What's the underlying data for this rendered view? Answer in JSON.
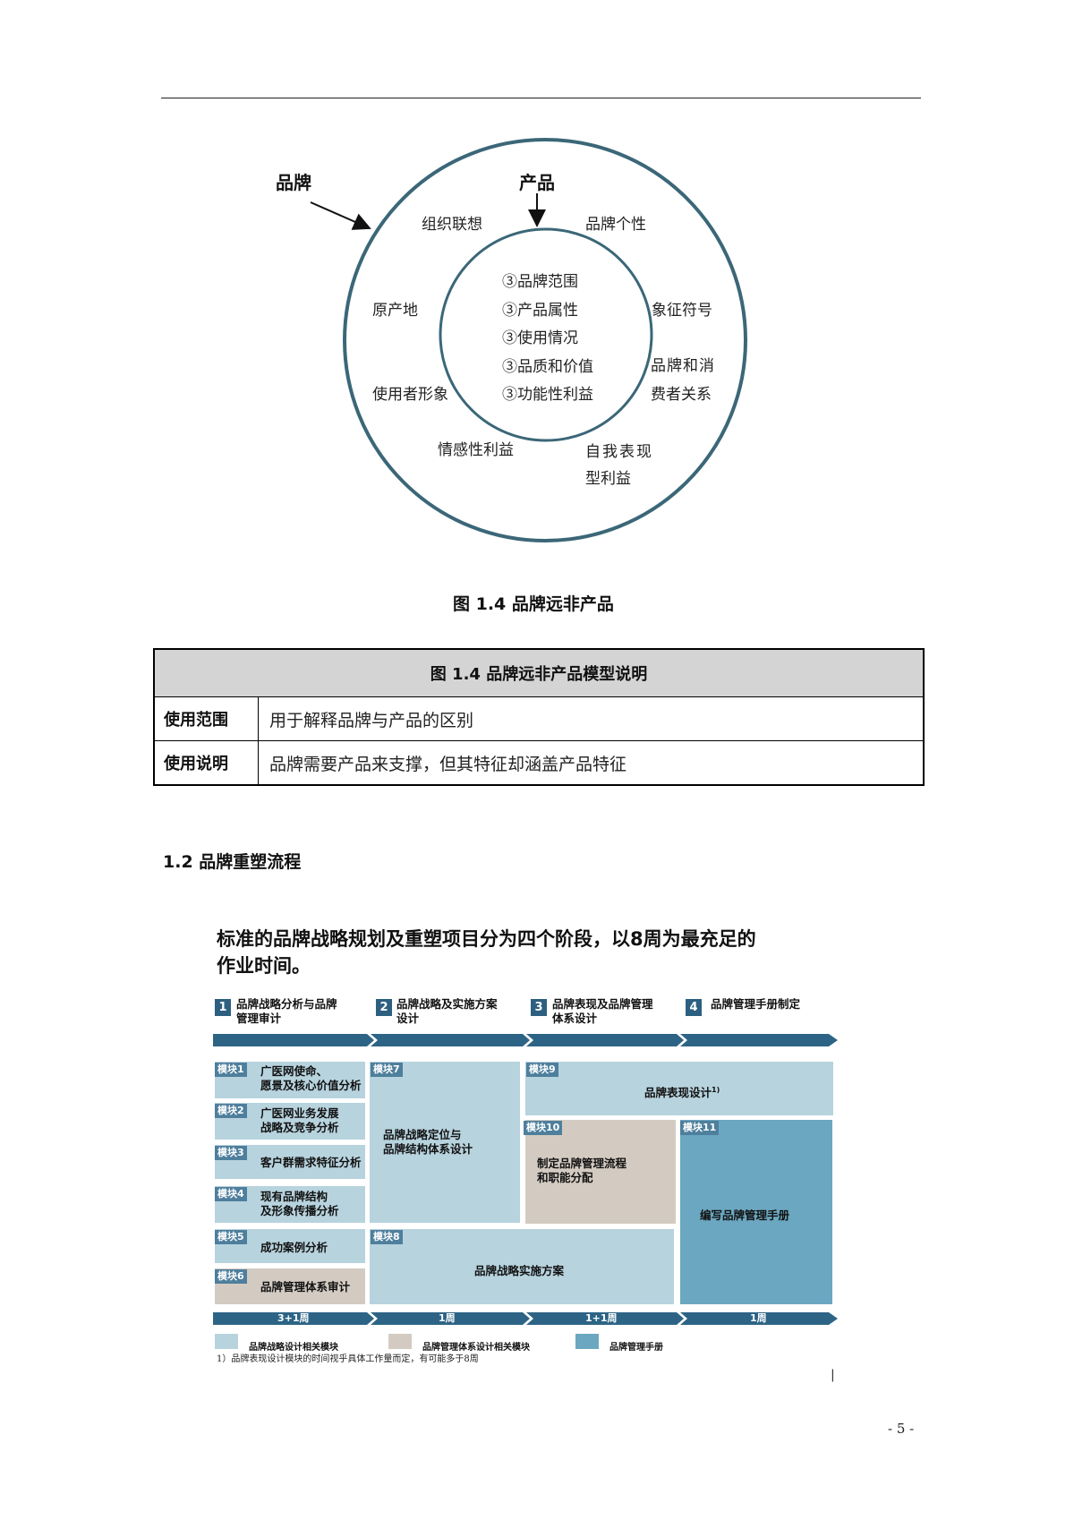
{
  "diagram": {
    "label_brand": "品牌",
    "label_product": "产品",
    "outer_items": [
      "组织联想",
      "品牌个性",
      "原产地",
      "象征符号",
      "品牌和消",
      "费者关系",
      "使用者形象",
      "情感性利益",
      "自我表现",
      "型利益"
    ],
    "inner_items": [
      "③品牌范围",
      "③产品属性",
      "③使用情况",
      "③品质和价值",
      "③功能性利益"
    ],
    "stroke_color": "#3b6778"
  },
  "figure_caption": "图 1.4  品牌远非产品",
  "table": {
    "header": "图 1.4  品牌远非产品模型说明",
    "rows": [
      {
        "label": "使用范围",
        "value": "用于解释品牌与产品的区别"
      },
      {
        "label": "使用说明",
        "value": "品牌需要产品来支撑，但其特征却涵盖产品特征"
      }
    ]
  },
  "section_title": "1.2  品牌重塑流程",
  "gantt": {
    "title_line1": "标准的品牌战略规划及重塑项目分为四个阶段，以8周为最充足的",
    "title_line2": "作业时间。",
    "phases": [
      {
        "num": "1",
        "line1": "品牌战略分析与品牌",
        "line2": "管理审计"
      },
      {
        "num": "2",
        "line1": "品牌战略及实施方案",
        "line2": "设计"
      },
      {
        "num": "3",
        "line1": "品牌表现及品牌管理",
        "line2": "体系设计"
      },
      {
        "num": "4",
        "line1": "品牌管理手册制定",
        "line2": ""
      }
    ],
    "modules_left": [
      {
        "tag": "模块1",
        "line1": "广医网使命、",
        "line2": "愿景及核心价值分析"
      },
      {
        "tag": "模块2",
        "line1": "广医网业务发展",
        "line2": "战略及竞争分析"
      },
      {
        "tag": "模块3",
        "line1": "客户群需求特征分析",
        "line2": ""
      },
      {
        "tag": "模块4",
        "line1": "现有品牌结构",
        "line2": "及形象传播分析"
      },
      {
        "tag": "模块5",
        "line1": "成功案例分析",
        "line2": ""
      },
      {
        "tag": "模块6",
        "line1": "品牌管理体系审计",
        "line2": ""
      }
    ],
    "m7": {
      "tag": "模块7",
      "line1": "品牌战略定位与",
      "line2": "品牌结构体系设计"
    },
    "m8": {
      "tag": "模块8",
      "text": "品牌战略实施方案"
    },
    "m9": {
      "tag": "模块9",
      "text": "品牌表现设计",
      "sup": "1)"
    },
    "m10": {
      "tag": "模块10",
      "line1": "制定品牌管理流程",
      "line2": "和职能分配"
    },
    "m11": {
      "tag": "模块11",
      "text": "编写品牌管理手册"
    },
    "durations": [
      "3+1周",
      "1周",
      "1+1周",
      "1周"
    ],
    "legend": [
      {
        "label": "品牌战略设计相关模块",
        "color": "#b7d3de"
      },
      {
        "label": "品牌管理体系设计相关模块",
        "color": "#d3cbc2"
      },
      {
        "label": "品牌管理手册",
        "color": "#6ba7c0"
      }
    ],
    "footnote": "1）品牌表现设计模块的时间视乎具体工作量而定，有可能多于8周",
    "stray_mark": "|"
  },
  "page_number": "- 5 -"
}
